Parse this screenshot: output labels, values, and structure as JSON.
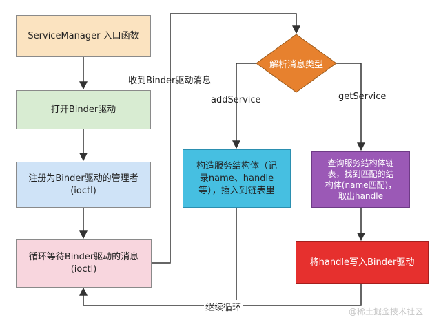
{
  "nodes": {
    "service_manager": "ServiceManager 入口函数",
    "open_binder": "打开Binder驱动",
    "register_manager": "注册为Binder驱动的管理者\n(ioctl)",
    "loop_wait": "循环等待Binder驱动的消息\n(ioctl)",
    "parse_message": "解析消息类型",
    "build_service": "构造服务结构体（记\n录name、handle\n等），插入到链表里",
    "find_service": "查询服务结构体链\n表，找到匹配的结\n构体(name匹配)，\n取出handle",
    "write_handle": "将handle写入Binder驱动"
  },
  "labels": {
    "receive_message": "收到Binder驱动消息",
    "add_service": "addService",
    "get_service": "getService",
    "continue_loop": "继续循环"
  },
  "watermark": "@稀土掘金技术社区",
  "colors": {
    "service_manager": "#fbe3c0",
    "open_binder": "#d8ecd2",
    "register_manager": "#cfe3f7",
    "loop_wait": "#f8d6de",
    "parse_message": "#e7812e",
    "build_service": "#46bfe1",
    "find_service": "#9b59b6",
    "write_handle": "#e6302e"
  }
}
